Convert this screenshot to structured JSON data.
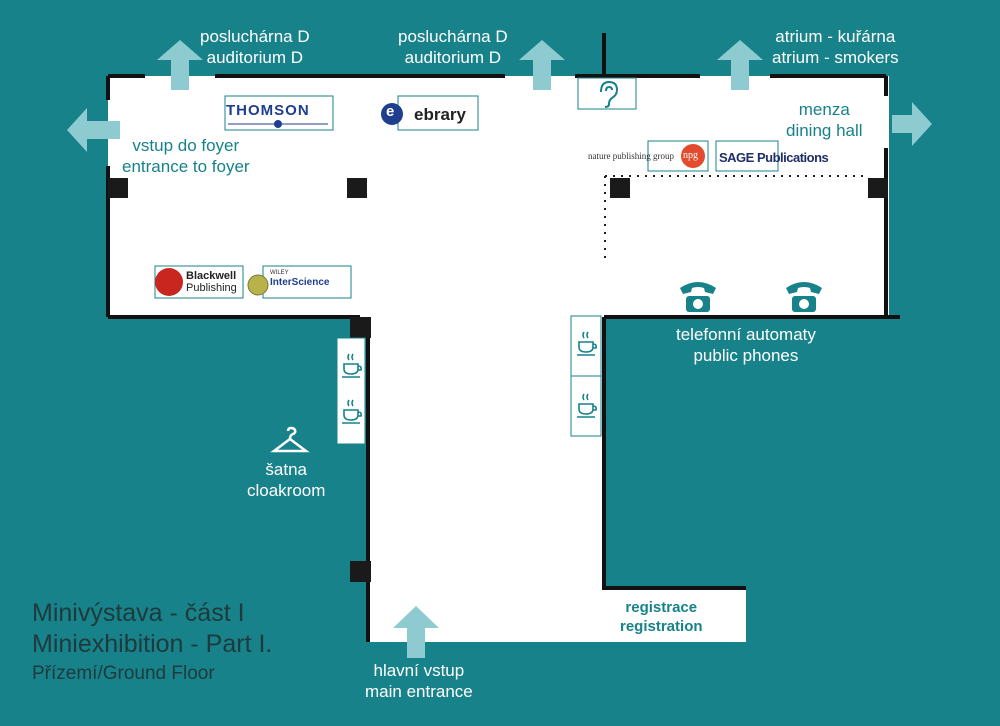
{
  "labels": {
    "posluch1": {
      "cz": "posluchárna D",
      "en": "auditorium D"
    },
    "posluch2": {
      "cz": "posluchárna D",
      "en": "auditorium D"
    },
    "atrium": {
      "cz": "atrium - kuřárna",
      "en": "atrium - smokers"
    },
    "foyer": {
      "cz": "vstup do foyer",
      "en": "entrance to foyer"
    },
    "menza": {
      "cz": "menza",
      "en": "dining hall"
    },
    "phones": {
      "cz": "telefonní automaty",
      "en": "public phones"
    },
    "cloak": {
      "cz": "šatna",
      "en": "cloakroom"
    },
    "main": {
      "cz": "hlavní vstup",
      "en": "main entrance"
    },
    "registration": {
      "cz": "registrace",
      "en": "registration"
    }
  },
  "title": {
    "line1": "Minivýstava - část I",
    "line2": "Miniexhibition - Part I.",
    "line3": "Přízemí/Ground Floor"
  },
  "exhibitors": {
    "thomson": "THOMSON",
    "ebrary_mark": "e",
    "ebrary": "ebrary",
    "blackwell1": "Blackwell",
    "blackwell2": "Publishing",
    "wiley_small": "WILEY",
    "interscience": "InterScience",
    "npg_text": "nature publishing group",
    "npg_mark": "npg",
    "sage": "SAGE Publications"
  },
  "colors": {
    "background": "#17828a",
    "floor": "#ffffff",
    "wall": "#111111",
    "arrow": "#8ecbd0",
    "icon": "#17828a"
  },
  "icons": {
    "arrows": "arrow-icon",
    "phone": "telephone-icon",
    "coffee": "coffee-cup-icon",
    "hanger": "coat-hanger-icon",
    "hearing": "hearing-loop-icon"
  }
}
